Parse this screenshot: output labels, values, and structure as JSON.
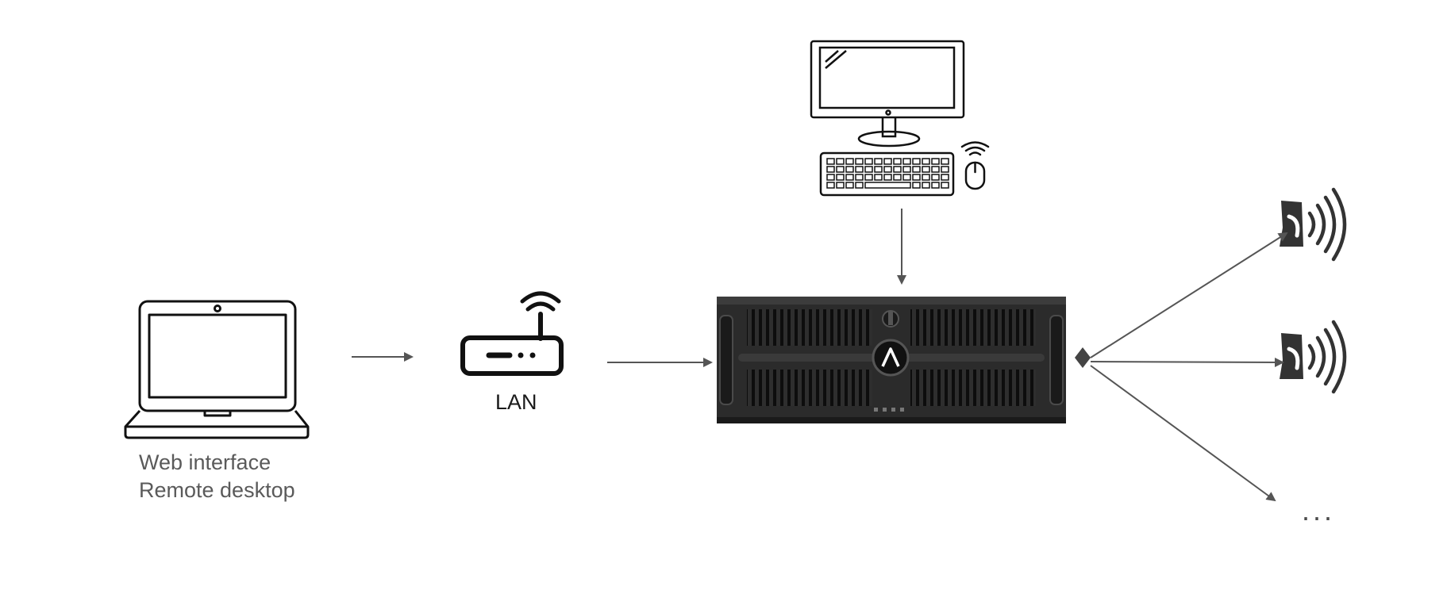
{
  "labels": {
    "laptop_line1": "Web interface",
    "laptop_line2": "Remote desktop",
    "router": "LAN",
    "more": "..."
  },
  "colors": {
    "line": "#555555",
    "device_outline": "#111111",
    "server_body": "#2b2b2b",
    "server_dark": "#1a1a1a",
    "background": "#ffffff"
  },
  "icons": {
    "laptop": "laptop-icon",
    "router": "wifi-router-icon",
    "monitor": "desktop-monitor-icon",
    "keyboard": "keyboard-icon",
    "mouse": "wireless-mouse-icon",
    "server": "rack-server-icon",
    "wireless_device": "wireless-broadcast-icon"
  }
}
